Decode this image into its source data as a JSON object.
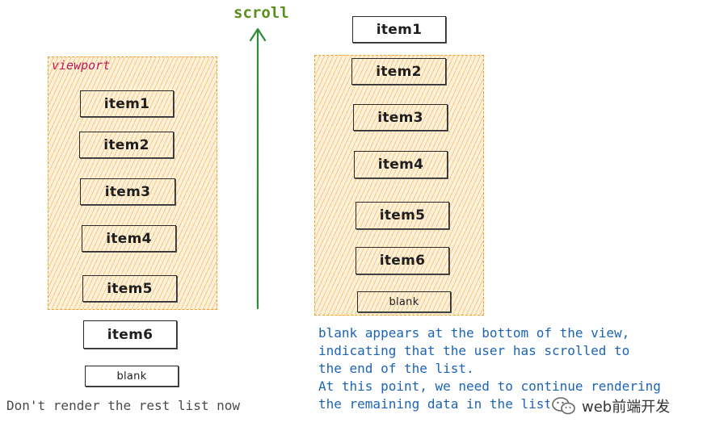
{
  "left": {
    "viewport_label": "viewport",
    "items": [
      "item1",
      "item2",
      "item3",
      "item4",
      "item5"
    ],
    "outside_item": "item6",
    "blank_label": "blank",
    "note": "Don't render the rest list now"
  },
  "scroll": {
    "label": "scroll"
  },
  "right": {
    "top_item": "item1",
    "items": [
      "item2",
      "item3",
      "item4",
      "item5",
      "item6"
    ],
    "blank_label": "blank",
    "note_lines": [
      "blank appears at the bottom of the view,",
      "indicating that the user has scrolled to",
      "the end of the list.",
      "At this point, we need to continue rendering",
      "the remaining data in the list."
    ]
  },
  "watermark": {
    "text": "web前端开发"
  },
  "colors": {
    "viewport_fill": "#fdf1da",
    "viewport_hatch": "#f0a030",
    "viewport_label": "#c2185b",
    "scroll_arrow": "#2e8b3a",
    "scroll_label": "#5a8f1c",
    "note_right": "#1c64b5",
    "note_left": "#4a4a4a"
  }
}
